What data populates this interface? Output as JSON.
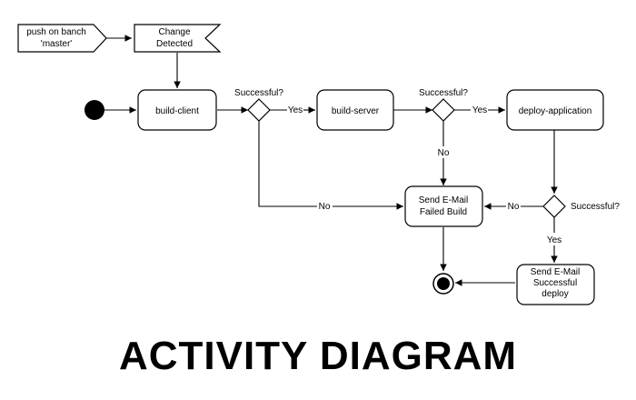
{
  "diagram": {
    "title": "ACTIVITY DIAGRAM",
    "nodes": {
      "push_signal": [
        "push on banch",
        "'master'"
      ],
      "change_detected": [
        "Change",
        "Detected"
      ],
      "build_client": [
        "build-client"
      ],
      "build_server": [
        "build-server"
      ],
      "deploy_application": [
        "deploy-application"
      ],
      "send_failed": [
        "Send E-Mail",
        "Failed Build"
      ],
      "send_success": [
        "Send E-Mail",
        "Successful",
        "deploy"
      ]
    },
    "decisions": {
      "after_client": "Successful?",
      "after_server": "Successful?",
      "after_deploy": "Successful?"
    },
    "edge_labels": {
      "client_yes": "Yes",
      "server_yes": "Yes",
      "client_no": "No",
      "server_no": "No",
      "deploy_no": "No",
      "deploy_yes": "Yes"
    }
  }
}
